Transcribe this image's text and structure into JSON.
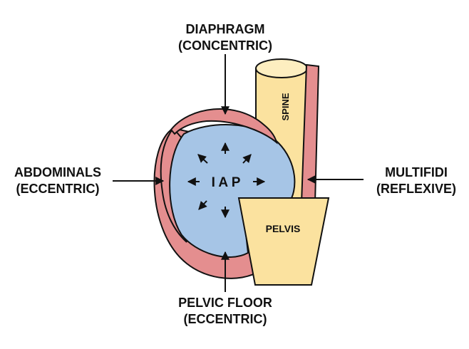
{
  "colors": {
    "iap_fill": "#a6c5e6",
    "muscle_fill": "#e48e8f",
    "bone_fill": "#fbe29f",
    "bone_top": "#fdeec0",
    "outline": "#111111"
  },
  "labels": {
    "diaphragm": {
      "line1": "DIAPHRAGM",
      "line2": "(CONCENTRIC)"
    },
    "abdominals": {
      "line1": "ABDOMINALS",
      "line2": "(ECCENTRIC)"
    },
    "multifidi": {
      "line1": "MULTIFIDI",
      "line2": "(REFLEXIVE)"
    },
    "pelvic_floor": {
      "line1": "PELVIC FLOOR",
      "line2": "(ECCENTRIC)"
    },
    "spine": "SPINE",
    "pelvis": "PELVIS",
    "iap": "I A P"
  }
}
